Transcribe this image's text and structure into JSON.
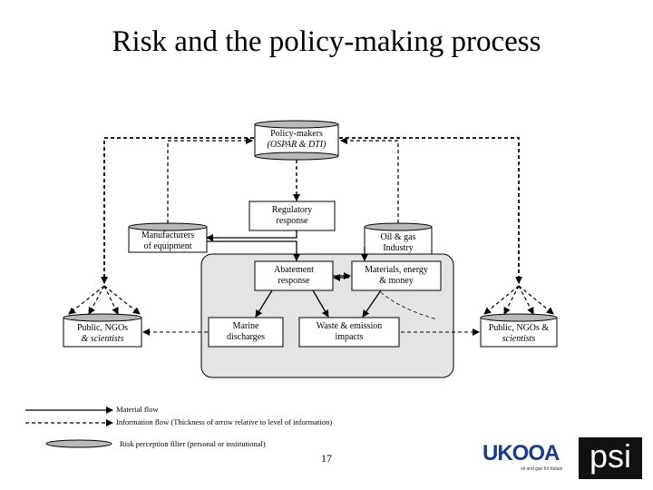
{
  "title": "Risk and the policy-making process",
  "nodes": {
    "policy_makers": [
      "Policy-makers",
      "(OSPAR & DTI)"
    ],
    "regulatory_response": [
      "Regulatory",
      "response"
    ],
    "manufacturers": [
      "Manufacturers",
      "of equipment"
    ],
    "oil_gas": [
      "Oil & gas",
      "Industry"
    ],
    "abatement": [
      "Abatement",
      "response"
    ],
    "materials": [
      "Materials, energy",
      "& money"
    ],
    "public_left": [
      "Public, NGOs",
      "& scientists"
    ],
    "marine": [
      "Marine",
      "discharges"
    ],
    "waste": [
      "Waste & emission",
      "impacts"
    ],
    "public_right": [
      "Public, NGOs &",
      "scientists"
    ]
  },
  "legend": {
    "material_flow": "Material flow",
    "information_flow": "Information flow (Thickness of arrow relative to level of information)",
    "risk_filter": "Risk perception filter (personal or institutional)"
  },
  "page_number": "17",
  "logos": {
    "ukooa": "UKOOA",
    "ukooa_tagline": "oil and gas for britain",
    "psi": "psi"
  },
  "colors": {
    "shaded_region": "#e4e4e4",
    "filter": "#b8b8b8"
  }
}
